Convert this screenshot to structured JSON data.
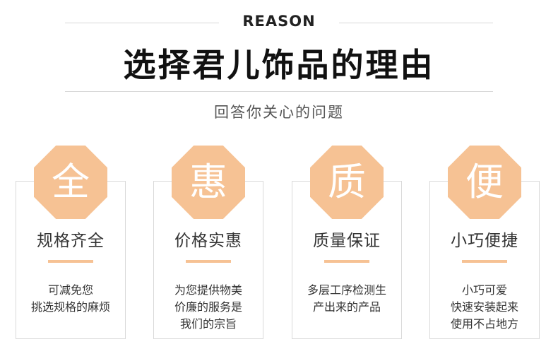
{
  "header": {
    "eyebrow": "REASON",
    "title": "选择君儿饰品的理由",
    "subtitle": "回答你关心的问题"
  },
  "accent_color": "#f6c294",
  "cards": [
    {
      "badge": "全",
      "title": "规格齐全",
      "lines": [
        "可减免您",
        "挑选规格的麻烦"
      ]
    },
    {
      "badge": "惠",
      "title": "价格实惠",
      "lines": [
        "为您提供物美",
        "价廉的服务是",
        "我们的宗旨"
      ]
    },
    {
      "badge": "质",
      "title": "质量保证",
      "lines": [
        "多层工序检测生",
        "产出来的产品"
      ]
    },
    {
      "badge": "便",
      "title": "小巧便捷",
      "lines": [
        "小巧可爱",
        "快速安装起来",
        "使用不占地方"
      ]
    }
  ]
}
